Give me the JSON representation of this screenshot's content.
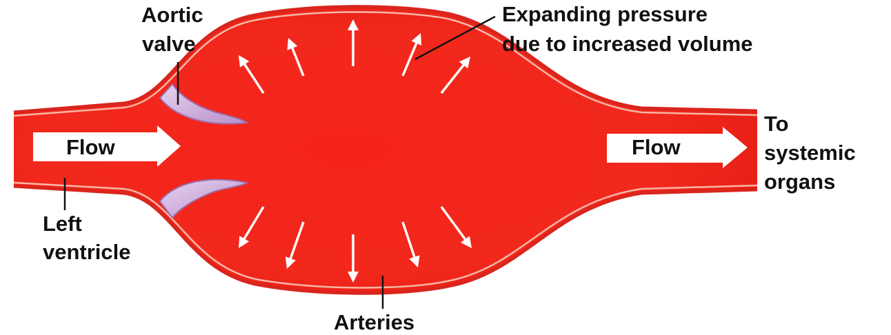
{
  "labels": {
    "aortic_valve": [
      "Aortic",
      "valve"
    ],
    "expanding_pressure": [
      "Expanding pressure",
      "due to increased volume"
    ],
    "to_systemic_organs": [
      "To",
      "systemic",
      "organs"
    ],
    "left_ventricle": [
      "Left",
      "ventricle"
    ],
    "arteries": "Arteries",
    "flow_left": "Flow",
    "flow_right": "Flow"
  },
  "colors": {
    "blood": "#f5241a",
    "blood_dark": "#e0190f",
    "wall": "#d9251d",
    "wall_inner": "#f7b7a8",
    "valve_fill": "#c9a5d6",
    "valve_edge": "#9c6fb0",
    "arrow": "#ffffff",
    "leader": "#111111"
  },
  "icons": {
    "pressure_arrows": "outward-arrow-icon",
    "flow_arrows": "right-arrow-icon",
    "valve": "valve-cusp-icon"
  }
}
